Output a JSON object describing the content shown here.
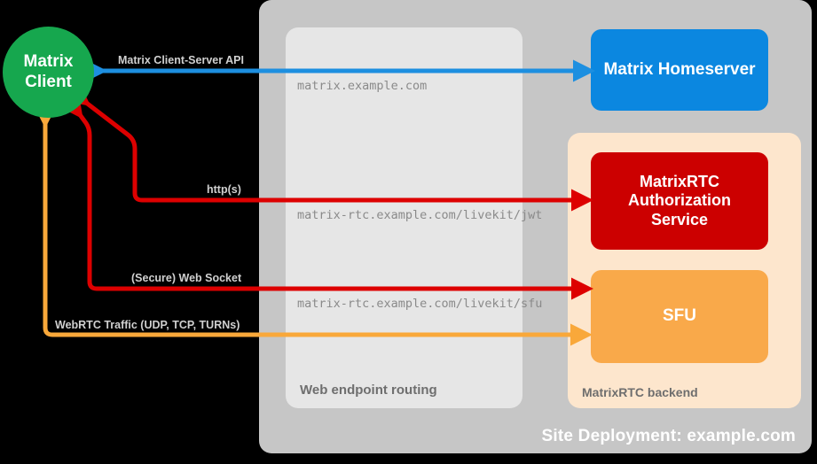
{
  "diagram": {
    "title": "Site Deployment: example.com",
    "colors": {
      "background": "#000000",
      "site_container": "#c6c6c6",
      "web_routing_container": "#e6e6e6",
      "rtc_backend_container": "#fde6cd",
      "client": "#16a74e",
      "homeserver": "#0b87e0",
      "auth_service": "#cc0000",
      "sfu": "#f9a94a",
      "blue_flow": "#1d8fe0",
      "red_flow": "#dd0000",
      "orange_flow": "#f9a83a"
    }
  },
  "containers": {
    "site_deployment": {
      "label": "Site Deployment: example.com"
    },
    "web_routing": {
      "label": "Web endpoint routing"
    },
    "rtc_backend": {
      "label": "MatrixRTC backend"
    }
  },
  "nodes": {
    "client": {
      "line1": "Matrix",
      "line2": "Client"
    },
    "homeserver": {
      "label": "Matrix Homeserver"
    },
    "auth_service": {
      "line1": "MatrixRTC",
      "line2": "Authorization",
      "line3": "Service"
    },
    "sfu": {
      "label": "SFU"
    }
  },
  "endpoints": [
    {
      "host": "matrix.example.com"
    },
    {
      "host": "matrix-rtc.example.com/livekit/jwt"
    },
    {
      "host": "matrix-rtc.example.com/livekit/sfu"
    }
  ],
  "flows": [
    {
      "label": "Matrix Client-Server API",
      "color": "#1d8fe0"
    },
    {
      "label": "http(s)",
      "color": "#dd0000"
    },
    {
      "label": "(Secure) Web Socket",
      "color": "#dd0000"
    },
    {
      "label": "WebRTC Traffic (UDP, TCP, TURNs)",
      "color": "#f9a83a"
    }
  ]
}
